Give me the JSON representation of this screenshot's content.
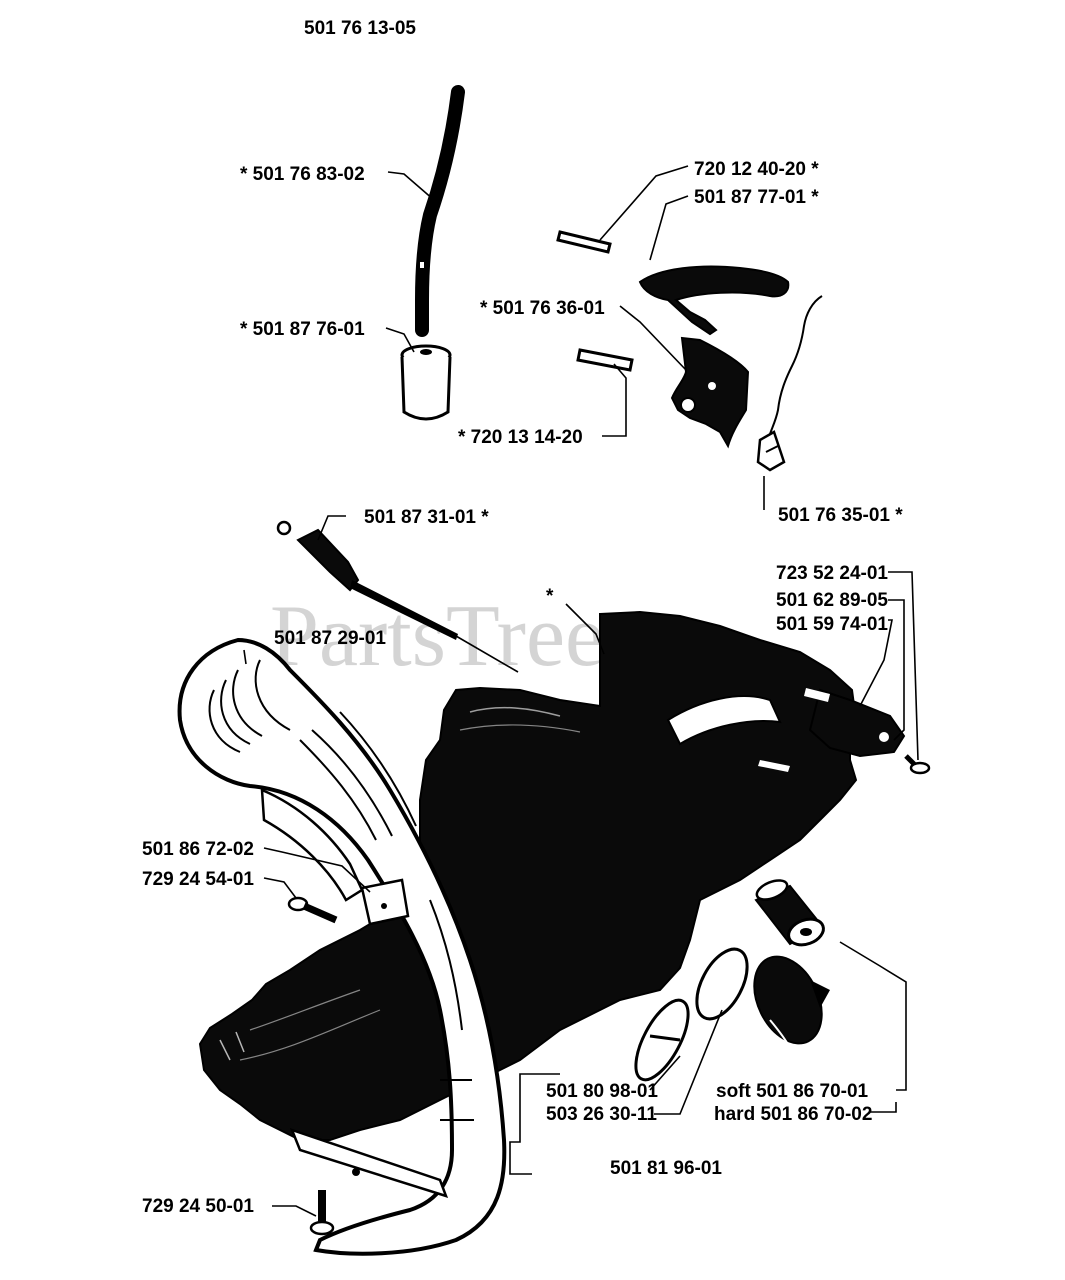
{
  "watermark": "PartsTree",
  "labels": [
    "501 76 13-05",
    "*  501 76 83-02",
    "*  501 87 76-01",
    "*  720 13 14-20",
    "720 12 40-20  *",
    "501 87 77-01  *",
    "*  501 76 36-01",
    "501 76 35-01  *",
    "501 87 31-01  *",
    "*",
    "501 87 29-01",
    "723 52 24-01",
    "501 62 89-05",
    "501 59 74-01",
    "501 86 72-02",
    "729 24 54-01",
    "501 80 98-01",
    "503 26 30-11",
    "soft 501 86 70-01",
    "hard 501 86 70-02",
    "501 81 96-01",
    "729 24 50-01"
  ]
}
